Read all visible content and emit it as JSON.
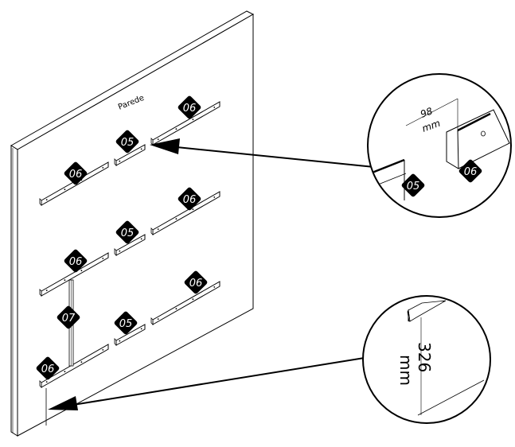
{
  "wall": {
    "label": "Parede"
  },
  "parts": {
    "rail_long": "06",
    "rail_short": "05",
    "vertical_spacer": "07"
  },
  "labels": [
    {
      "id": "r1-left",
      "text": "06"
    },
    {
      "id": "r1-mid",
      "text": "05"
    },
    {
      "id": "r1-right",
      "text": "06"
    },
    {
      "id": "r2-left",
      "text": "06"
    },
    {
      "id": "r2-mid",
      "text": "05"
    },
    {
      "id": "r2-right",
      "text": "06"
    },
    {
      "id": "r3-left",
      "text": "06"
    },
    {
      "id": "r3-mid",
      "text": "05"
    },
    {
      "id": "r3-right",
      "text": "06"
    },
    {
      "id": "spacer",
      "text": "07"
    }
  ],
  "detail_top": {
    "dimension_value": "98",
    "dimension_unit": "mm",
    "left_part": "05",
    "right_part": "06"
  },
  "detail_bottom": {
    "dimension_value": "326",
    "dimension_unit": "mm"
  },
  "colors": {
    "ink": "#000000",
    "paper": "#ffffff",
    "wall_fill": "#ffffff"
  }
}
